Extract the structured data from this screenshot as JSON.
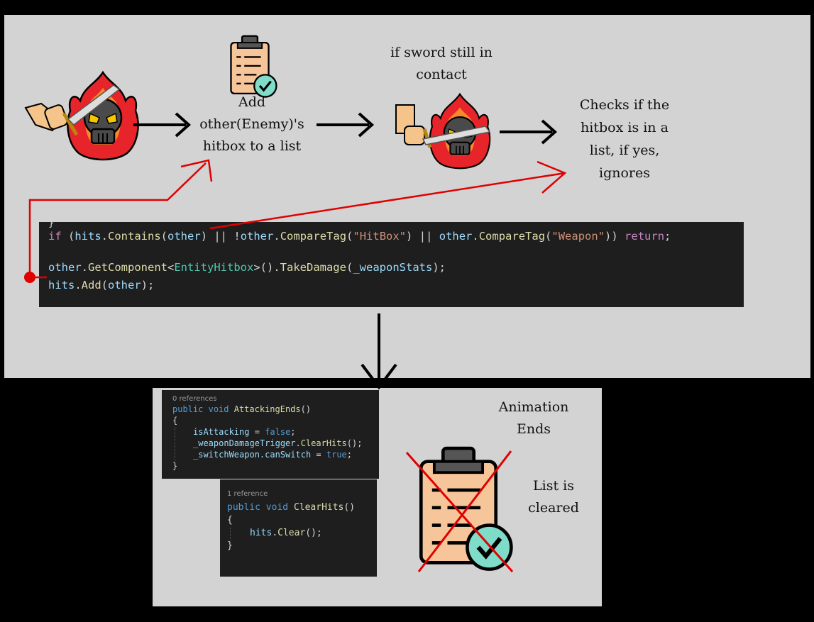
{
  "captions": {
    "add_to_list": [
      "Add",
      "other(Enemy)'s",
      "hitbox to a list"
    ],
    "sword_contact": [
      "if sword still in",
      "contact"
    ],
    "checks": [
      "Checks if the",
      "hitbox is in a",
      "list, if yes,",
      "ignores"
    ],
    "animation_ends": [
      "Animation",
      "Ends"
    ],
    "list_cleared": [
      "List is",
      "cleared"
    ]
  },
  "code_main": {
    "line1": {
      "t1": "if",
      "t2": " (",
      "t3": "hits",
      "t4": ".",
      "t5": "Contains",
      "t6": "(",
      "t7": "other",
      "t8": ") || !",
      "t9": "other",
      "t10": ".",
      "t11": "CompareTag",
      "t12": "(",
      "t13": "\"HitBox\"",
      "t14": ") || ",
      "t15": "other",
      "t16": ".",
      "t17": "CompareTag",
      "t18": "(",
      "t19": "\"Weapon\"",
      "t20": ")) ",
      "t21": "return",
      "t22": ";"
    },
    "line2": {
      "t1": "other",
      "t2": ".",
      "t3": "GetComponent",
      "t4": "<",
      "t5": "EntityHitbox",
      "t6": ">().",
      "t7": "TakeDamage",
      "t8": "(",
      "t9": "_weaponStats",
      "t10": ");"
    },
    "line3": {
      "t1": "hits",
      "t2": ".",
      "t3": "Add",
      "t4": "(",
      "t5": "other",
      "t6": ");"
    }
  },
  "code_attacking": {
    "refs": "0 references",
    "sig_kw1": "public",
    "sig_kw2": "void",
    "sig_fn": "AttackingEnds",
    "sig_end": "()",
    "open": "{",
    "l1_var": "isAttacking",
    "l1_op": " = ",
    "l1_val": "false",
    "l1_end": ";",
    "l2_var": "_weaponDamageTrigger",
    "l2_dot": ".",
    "l2_fn": "ClearHits",
    "l2_end": "();",
    "l3_var": "_switchWeapon",
    "l3_dot": ".",
    "l3_prop": "canSwitch",
    "l3_op": " = ",
    "l3_val": "true",
    "l3_end": ";",
    "close": "}"
  },
  "code_clear": {
    "refs": "1 reference",
    "sig_kw1": "public",
    "sig_kw2": "void",
    "sig_fn": "ClearHits",
    "sig_end": "()",
    "open": "{",
    "l1_var": "hits",
    "l1_dot": ".",
    "l1_fn": "Clear",
    "l1_end": "();",
    "close": "}"
  },
  "icons": [
    "arm-sword-icon",
    "fire-skull-icon",
    "clipboard-check-icon",
    "clipboard-crossed-icon",
    "arrow-icon"
  ],
  "colors": {
    "panel": "#d3d3d3",
    "code_bg": "#1e1e1e",
    "annotation_red": "#e00000",
    "skin": "#f4c48a",
    "flame": "#e8242b"
  }
}
